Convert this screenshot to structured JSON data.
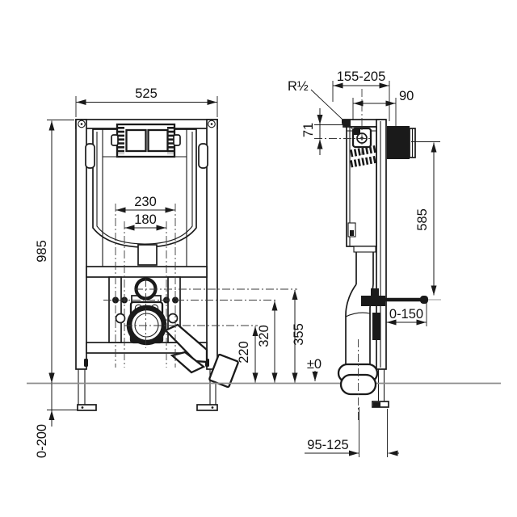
{
  "front_view": {
    "frame_width": "525",
    "frame_height": "985",
    "foot_adjustment": "0-200",
    "fixing_spacing_outer": "230",
    "fixing_spacing_inner": "180",
    "outlet_height": "220",
    "fixing_height": "320",
    "supply_height": "355"
  },
  "side_view": {
    "install_depth": "155-205",
    "bracket_depth": "90",
    "water_connection": "R½",
    "connection_offset": "71",
    "bracket_height": "585",
    "rod_length": "0-150",
    "floor_level": "±0",
    "outlet_offset": "95-125"
  }
}
